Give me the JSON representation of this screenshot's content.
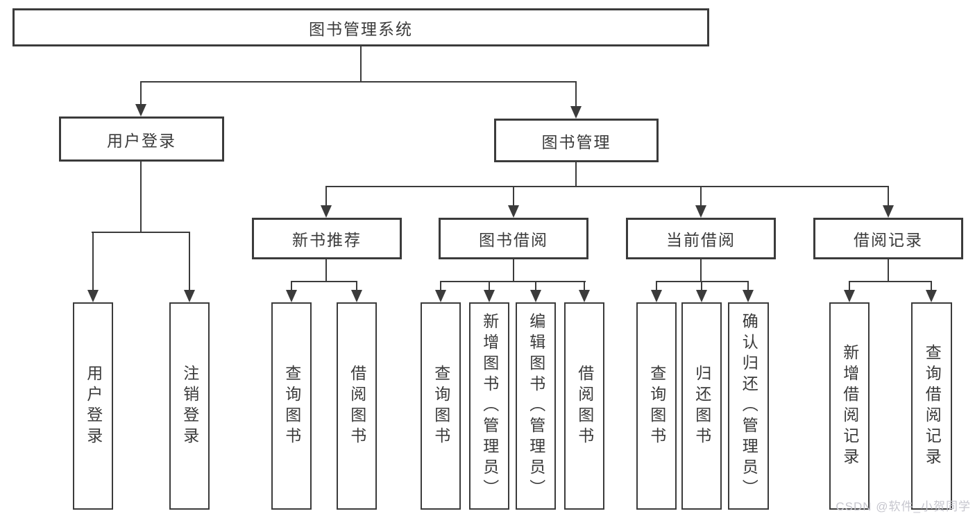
{
  "root": {
    "label": "图书管理系统"
  },
  "login_branch": {
    "label": "用户登录",
    "children": [
      {
        "label": "用户登录"
      },
      {
        "label": "注销登录"
      }
    ]
  },
  "mgmt_branch": {
    "label": "图书管理",
    "sections": [
      {
        "label": "新书推荐",
        "children": [
          {
            "label": "查询图书"
          },
          {
            "label": "借阅图书"
          }
        ]
      },
      {
        "label": "图书借阅",
        "children": [
          {
            "label": "查询图书"
          },
          {
            "label": "新增图书（管理员）"
          },
          {
            "label": "编辑图书（管理员）"
          },
          {
            "label": "借阅图书"
          }
        ]
      },
      {
        "label": "当前借阅",
        "children": [
          {
            "label": "查询图书"
          },
          {
            "label": "归还图书"
          },
          {
            "label": "确认归还（管理员）"
          }
        ]
      },
      {
        "label": "借阅记录",
        "children": [
          {
            "label": "新增借阅记录"
          },
          {
            "label": "查询借阅记录"
          }
        ]
      }
    ]
  },
  "watermark": "CSDN @软件_小贺同学",
  "colors": {
    "line": "#3b3b3b",
    "text": "#3a3a3a",
    "background": "#ffffff",
    "watermark": "#c6c6ce"
  }
}
